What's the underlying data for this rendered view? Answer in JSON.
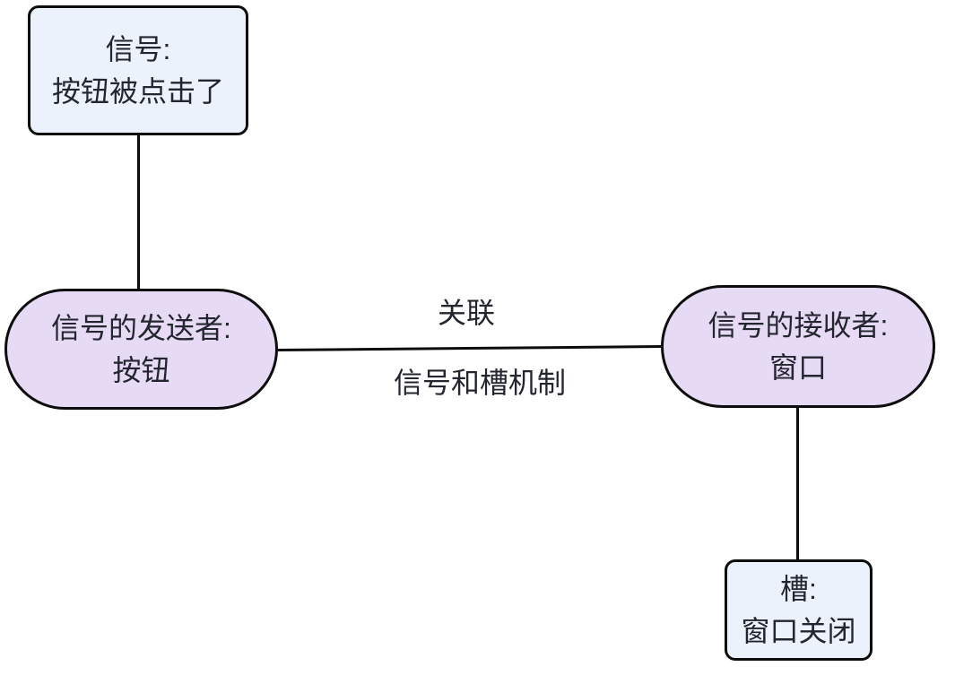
{
  "diagram": {
    "title_hint": "signal-slot-flowchart",
    "nodes": {
      "signal": {
        "line1": "信号:",
        "line2": "按钮被点击了"
      },
      "sender": {
        "line1": "信号的发送者:",
        "line2": "按钮"
      },
      "receiver": {
        "line1": "信号的接收者:",
        "line2": "窗口"
      },
      "slot": {
        "line1": "槽:",
        "line2": "窗口关闭"
      }
    },
    "edge_labels": {
      "association": "关联",
      "mechanism": "信号和槽机制"
    },
    "colors": {
      "rect_fill": "#ECF2FB",
      "stadium_fill": "#E6DAF5",
      "border": "#0d0d0d",
      "text": "#23262e"
    }
  }
}
